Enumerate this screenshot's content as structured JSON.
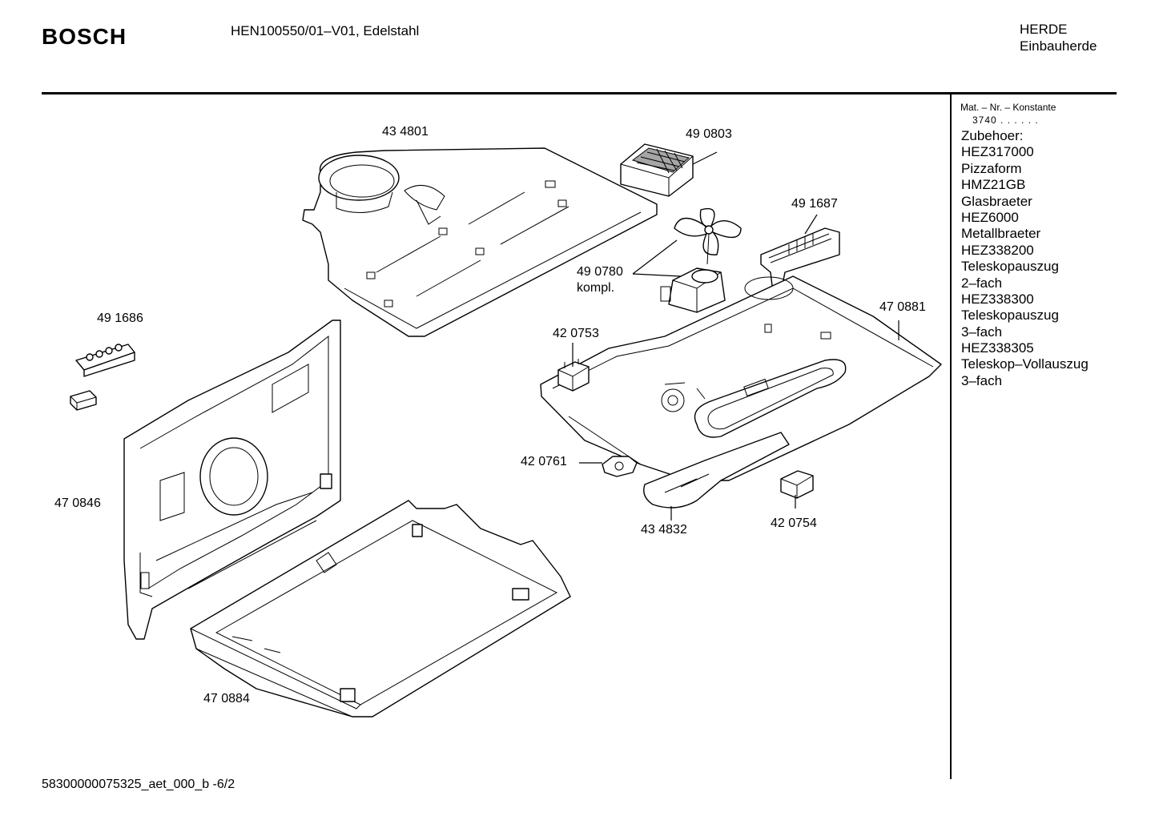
{
  "header": {
    "brand": "BOSCH",
    "model": "HEN100550/01–V01, Edelstahl",
    "category_line1": "HERDE",
    "category_line2": "Einbauherde"
  },
  "sidebar": {
    "mat_title": "Mat. – Nr. – Konstante",
    "mat_value": "3740 . . . . . .",
    "accessories": [
      "Zubehoer:",
      "HEZ317000",
      "Pizzaform",
      "HMZ21GB",
      "Glasbraeter",
      "HEZ6000",
      "Metallbraeter",
      "HEZ338200",
      "Teleskopauszug",
      "2–fach",
      "HEZ338300",
      "Teleskopauszug",
      "3–fach",
      "HEZ338305",
      "Teleskop–Vollauszug",
      "3–fach"
    ]
  },
  "parts": {
    "p434801": "43 4801",
    "p490803": "49 0803",
    "p491687": "49 1687",
    "p490780": "49 0780",
    "p490780_note": "kompl.",
    "p491686": "49 1686",
    "p420753": "42 0753",
    "p470881": "47 0881",
    "p420761": "42 0761",
    "p470846": "47 0846",
    "p434832": "43 4832",
    "p420754": "42 0754",
    "p470884": "47 0884"
  },
  "footer": {
    "doc_id": "58300000075325_aet_000_b -6/2"
  }
}
